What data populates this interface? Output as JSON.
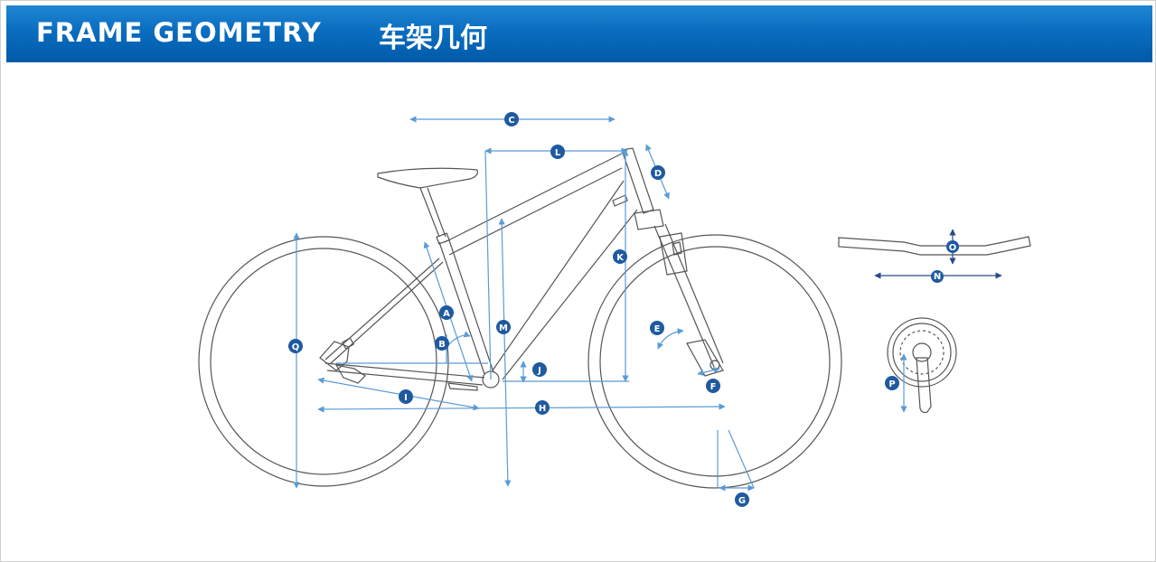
{
  "header": {
    "title": "FRAME GEOMETRY",
    "title_cn": "车架几何"
  },
  "labels": {
    "A": "A",
    "B": "B",
    "C": "C",
    "D": "D",
    "E": "E",
    "F": "F",
    "G": "G",
    "H": "H",
    "I": "I",
    "J": "J",
    "K": "K",
    "L": "L",
    "M": "M",
    "N": "N",
    "O": "O",
    "P": "P",
    "Q": "Q"
  },
  "colors": {
    "header_blue": "#0a6dbf",
    "dimension_line": "#5b9bd5",
    "badge": "#1f5aa0",
    "frame_line": "#555555"
  }
}
